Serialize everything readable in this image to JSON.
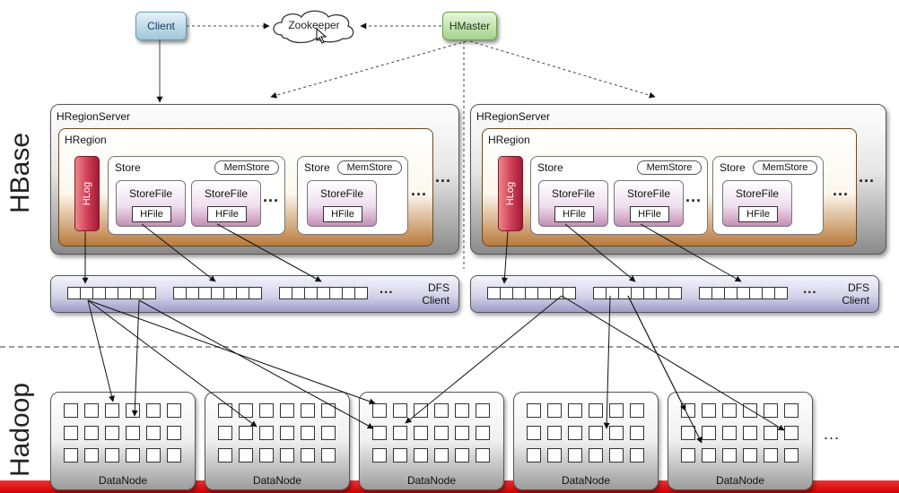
{
  "top": {
    "client": "Client",
    "zookeeper": "Zookeeper",
    "hmaster": "HMaster"
  },
  "sections": {
    "hbase": "HBase",
    "hadoop": "Hadoop"
  },
  "region_servers": [
    {
      "title": "HRegionServer",
      "region": "HRegion",
      "hlog": "HLog",
      "stores": [
        {
          "label": "Store",
          "memstore": "MemStore",
          "storefiles": [
            {
              "label": "StoreFile",
              "hfile": "HFile"
            },
            {
              "label": "StoreFile",
              "hfile": "HFile"
            }
          ]
        },
        {
          "label": "Store",
          "memstore": "MemStore",
          "storefiles": [
            {
              "label": "StoreFile",
              "hfile": "HFile"
            }
          ]
        }
      ],
      "dfs": {
        "line1": "DFS",
        "line2": "Client"
      }
    },
    {
      "title": "HRegionServer",
      "region": "HRegion",
      "hlog": "HLog",
      "stores": [
        {
          "label": "Store",
          "memstore": "MemStore",
          "storefiles": [
            {
              "label": "StoreFile",
              "hfile": "HFile"
            },
            {
              "label": "StoreFile",
              "hfile": "HFile"
            }
          ]
        },
        {
          "label": "Store",
          "memstore": "MemStore",
          "storefiles": [
            {
              "label": "StoreFile",
              "hfile": "HFile"
            }
          ]
        }
      ],
      "dfs": {
        "line1": "DFS",
        "line2": "Client"
      }
    }
  ],
  "ellipsis": "...",
  "datanodes": [
    "DataNode",
    "DataNode",
    "DataNode",
    "DataNode",
    "DataNode"
  ]
}
